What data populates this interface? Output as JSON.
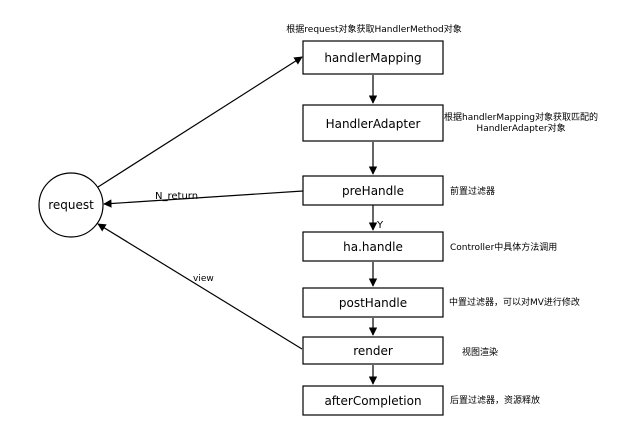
{
  "diagram": {
    "request_label": "request",
    "nodes": [
      {
        "id": "handlerMapping",
        "label": "handlerMapping"
      },
      {
        "id": "handlerAdapter",
        "label": "HandlerAdapter"
      },
      {
        "id": "preHandle",
        "label": "preHandle"
      },
      {
        "id": "haHandle",
        "label": "ha.handle"
      },
      {
        "id": "postHandle",
        "label": "postHandle"
      },
      {
        "id": "render",
        "label": "render"
      },
      {
        "id": "afterCompletion",
        "label": "afterCompletion"
      }
    ],
    "notes": {
      "top": "根据request对象获取HandlerMethod对象",
      "adapter_line1": "根据handlerMapping对象获取匹配的",
      "adapter_line2": "HandlerAdapter对象",
      "pre": "前置过滤器",
      "ha": "Controller中具体方法调用",
      "post": "中置过滤器，可以对MV进行修改",
      "render": "视图渲染",
      "after": "后置过滤器，资源释放"
    },
    "edge_labels": {
      "n_return": "N_return",
      "yes": "Y",
      "view": "view"
    }
  }
}
